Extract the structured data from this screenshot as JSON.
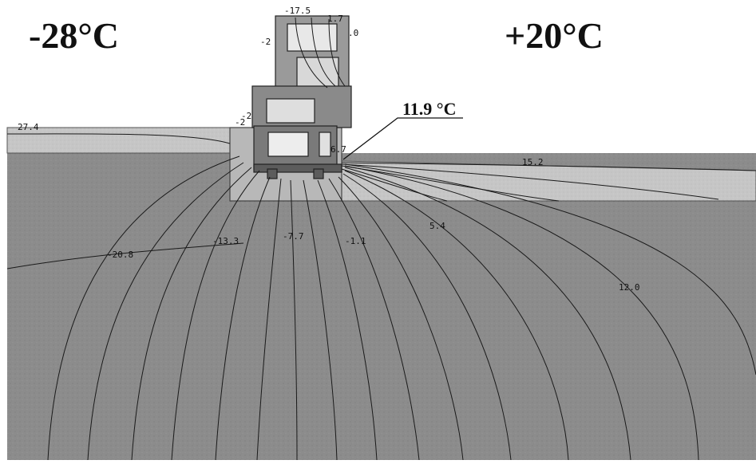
{
  "outside_temperature": "-28°C",
  "inside_temperature": "+20°C",
  "callout_temperature": "11.9 °C",
  "isotherm_labels": {
    "top_a": "-17.5",
    "top_b": "1.7",
    "top_c": ".0",
    "frame_left": "-2",
    "frame_sill_a": "-2",
    "frame_sill_b": "-2",
    "left_surface": "27.4",
    "right_surface": "15.2",
    "corner": "6.7",
    "mid_a": "-20.8",
    "mid_b": "-13.3",
    "mid_c": "-7.7",
    "mid_d": "-1.1",
    "mid_e": "5.4",
    "mid_f": "12.0"
  },
  "colors": {
    "ground": "#8a8a8a",
    "slab": "#c4c4c4",
    "frame": "#6e6e6e",
    "isotherm": "#1a1a1a"
  }
}
